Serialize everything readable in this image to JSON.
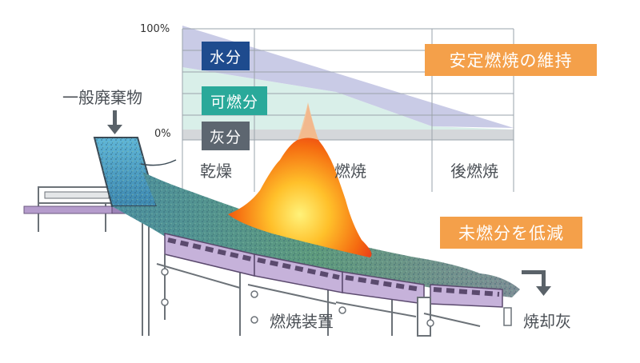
{
  "chart": {
    "y_ticks": {
      "top": "100%",
      "bottom": "0%"
    },
    "layers": {
      "water": "水分",
      "combustible": "可燃分",
      "ash": "灰分"
    },
    "stages": [
      "乾燥",
      "燃焼",
      "後燃焼"
    ]
  },
  "labels": {
    "waste_input": "一般廃棄物",
    "device": "燃焼装置",
    "ash_out": "焼却灰"
  },
  "callouts": {
    "stable": "安定燃焼の維持",
    "reduce": "未燃分を低減"
  },
  "colors": {
    "water": "#1e4b8e",
    "combustible": "#2aa99a",
    "ash": "#5d6670",
    "accent_orange": "#f4a04a",
    "grate_purple": "#9d83b8"
  }
}
